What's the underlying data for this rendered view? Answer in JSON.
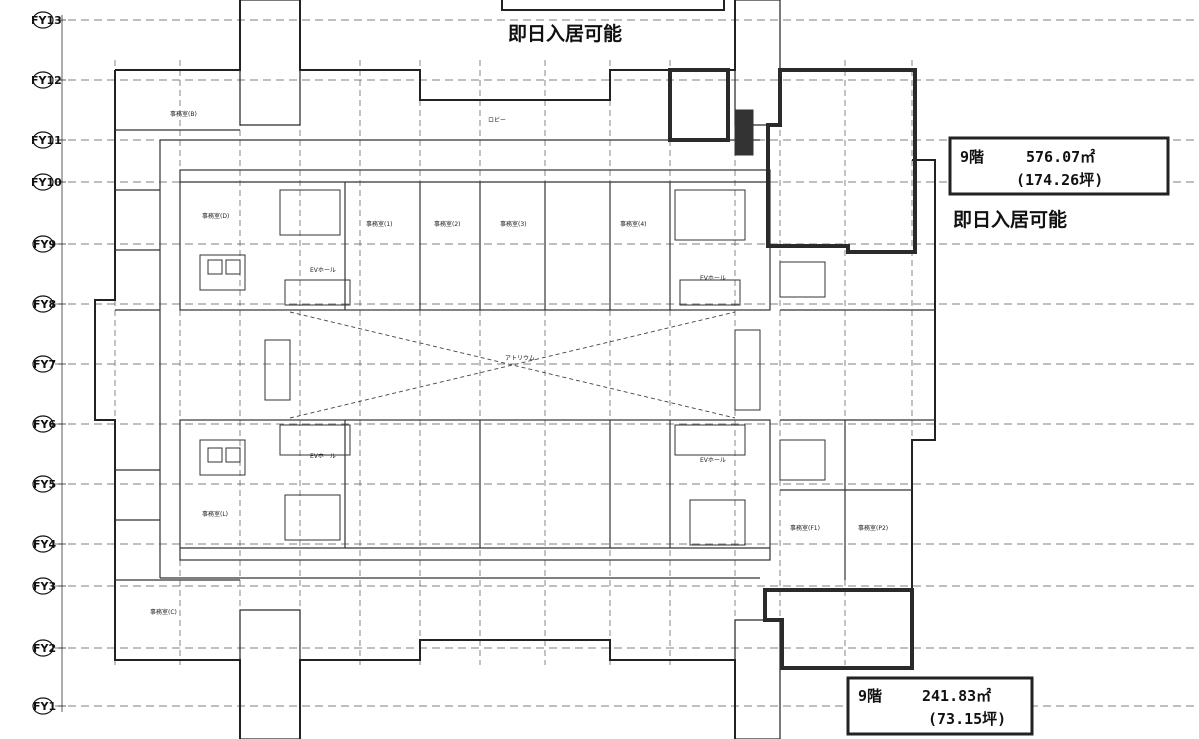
{
  "grid_labels": [
    "FY13",
    "FY12",
    "FY11",
    "FY10",
    "FY9",
    "FY8",
    "FY7",
    "FY6",
    "FY5",
    "FY4",
    "FY3",
    "FY2",
    "FY1"
  ],
  "availability_note": "即日入居可能",
  "callouts": [
    {
      "floor": "9階",
      "area": "576.07㎡",
      "tsubo": "(174.26坪)"
    },
    {
      "floor": "9階",
      "area": "241.83㎡",
      "tsubo": "(73.15坪)"
    }
  ],
  "room_labels": {
    "office_b": "事務室(B)",
    "office_d": "事務室(D)",
    "office_c": "事務室(C)",
    "office_1": "事務室(1)",
    "office_2": "事務室(2)",
    "office_3": "事務室(3)",
    "office_4": "事務室(4)",
    "office_f1": "事務室(F1)",
    "office_p2": "事務室(P2)",
    "office_l": "事務室(L)",
    "ev_hall": "EVホール",
    "lobby": "ロビー",
    "atrium": "アトリウム"
  }
}
